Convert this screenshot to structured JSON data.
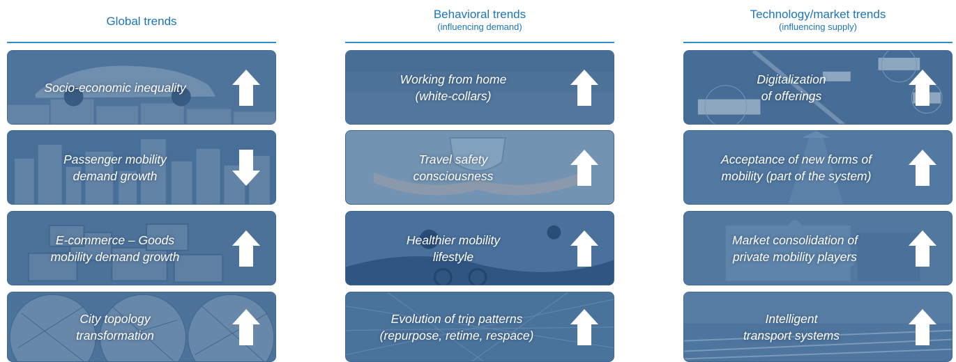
{
  "columns": [
    {
      "title": "Global trends",
      "subtitle": "",
      "cards": [
        {
          "label": "Socio-economic inequality",
          "direction": "up",
          "image": "coins-and-car"
        },
        {
          "label": "Passenger mobility\ndemand growth",
          "direction": "down",
          "image": "city-skyline"
        },
        {
          "label": "E-commerce – Goods\nmobility demand growth",
          "direction": "up",
          "image": "parcel-boxes"
        },
        {
          "label": "City topology\ntransformation",
          "direction": "up",
          "image": "city-maps"
        }
      ]
    },
    {
      "title": "Behavioral trends",
      "subtitle": "(influencing demand)",
      "cards": [
        {
          "label": "Working from home\n(white-collars)",
          "direction": "up",
          "image": "grass"
        },
        {
          "label": "Travel safety\nconsciousness",
          "direction": "up",
          "image": "hands-shield"
        },
        {
          "label": "Healthier mobility\nlifestyle",
          "direction": "up",
          "image": "cyclists"
        },
        {
          "label": "Evolution of trip patterns\n(repurpose, retime, respace)",
          "direction": "up",
          "image": "network-lines"
        }
      ]
    },
    {
      "title": "Technology/market trends",
      "subtitle": "(influencing supply)",
      "cards": [
        {
          "label": "Digitalization\nof offerings",
          "direction": "up",
          "image": "connected-traffic"
        },
        {
          "label": "Acceptance of new forms of\nmobility (part of the system)",
          "direction": "up",
          "image": "road-arrow"
        },
        {
          "label": "Market consolidation of\nprivate mobility players",
          "direction": "up",
          "image": "puzzle-pieces"
        },
        {
          "label": "Intelligent\ntransport systems",
          "direction": "up",
          "image": "highway-motion"
        }
      ]
    }
  ],
  "colors": {
    "header_text": "#1b75bc",
    "header_rule": "#2b8fd0",
    "card_overlay": "#3d6d9c",
    "arrow_fill": "#ffffff"
  }
}
